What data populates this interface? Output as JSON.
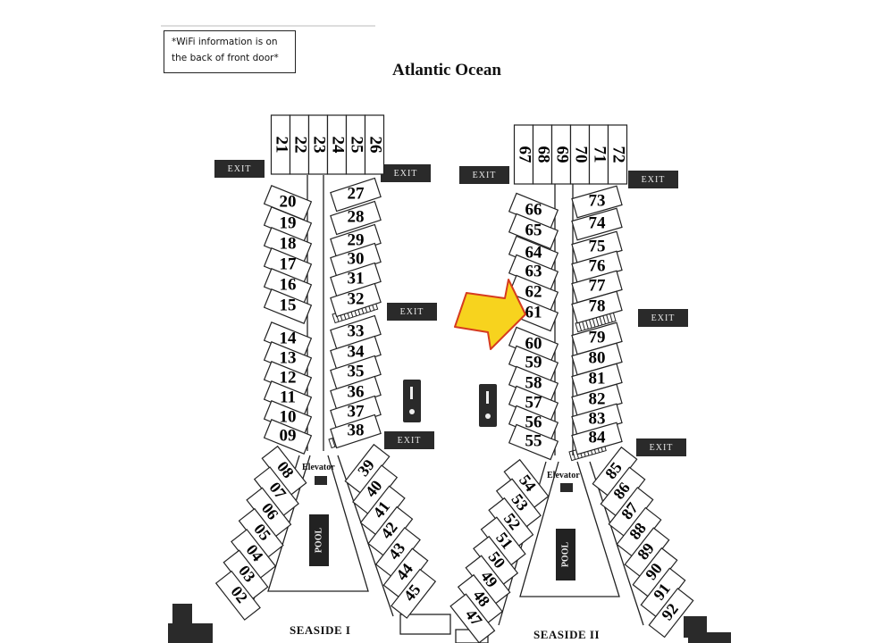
{
  "note": {
    "line1": "*WiFi information is on",
    "line2": "the back of front door*"
  },
  "title": "Atlantic Ocean",
  "exit_label": "EXIT",
  "elevator_label": "Elevator",
  "pool_label": "POOL",
  "buildings": {
    "seaside1": "SEASIDE I",
    "seaside2": "SEASIDE II"
  },
  "units": {
    "b1_top": [
      "21",
      "22",
      "23",
      "24",
      "25",
      "26"
    ],
    "b1_left": [
      "20",
      "19",
      "18",
      "17",
      "16",
      "15",
      "14",
      "13",
      "12",
      "11",
      "10",
      "09"
    ],
    "b1_right": [
      "27",
      "28",
      "29",
      "30",
      "31",
      "32",
      "33",
      "34",
      "35",
      "36",
      "37",
      "38"
    ],
    "b1_wing_left": [
      "08",
      "07",
      "06",
      "05",
      "04",
      "03",
      "02"
    ],
    "b1_wing_right": [
      "39",
      "40",
      "41",
      "42",
      "43",
      "44",
      "45"
    ],
    "b2_top": [
      "67",
      "68",
      "69",
      "70",
      "71",
      "72"
    ],
    "b2_left": [
      "66",
      "65",
      "64",
      "63",
      "62",
      "61",
      "60",
      "59",
      "58",
      "57",
      "56",
      "55"
    ],
    "b2_right": [
      "73",
      "74",
      "75",
      "76",
      "77",
      "78",
      "79",
      "80",
      "81",
      "82",
      "83",
      "84"
    ],
    "b2_wing_left": [
      "54",
      "53",
      "52",
      "51",
      "50",
      "49",
      "48",
      "47"
    ],
    "b2_wing_right": [
      "85",
      "86",
      "87",
      "88",
      "89",
      "90",
      "91",
      "92"
    ]
  },
  "colors": {
    "arrow_fill": "#f7d31e",
    "arrow_stroke": "#d63b1f",
    "exit_bg": "#2a2a2a",
    "line": "#222222"
  },
  "icons": [
    "location-arrow-icon",
    "stairs-icon"
  ]
}
